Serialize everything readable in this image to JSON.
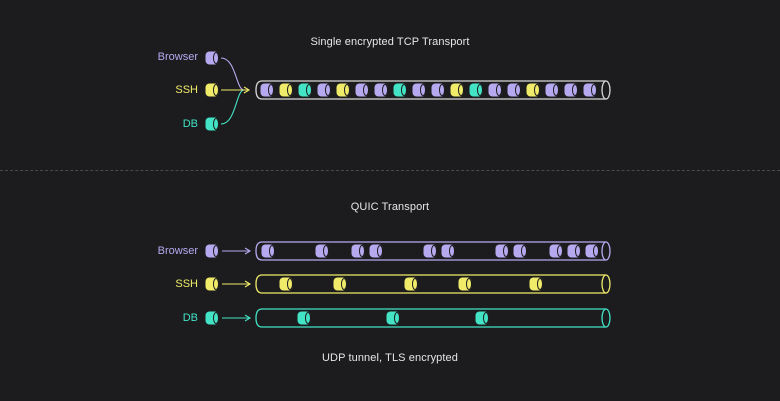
{
  "colors": {
    "background": "#1c1c1e",
    "browser": "#b7a9f0",
    "ssh": "#f0ec6a",
    "db": "#43e3c5",
    "text": "#e6e6e6"
  },
  "top": {
    "title": "Single encrypted TCP Transport",
    "sources": [
      {
        "key": "browser",
        "label": "Browser"
      },
      {
        "key": "ssh",
        "label": "SSH"
      },
      {
        "key": "db",
        "label": "DB"
      }
    ],
    "packet_sequence": [
      "browser",
      "ssh",
      "db",
      "browser",
      "ssh",
      "browser",
      "browser",
      "db",
      "browser",
      "browser",
      "ssh",
      "db",
      "browser",
      "browser",
      "ssh",
      "browser",
      "browser",
      "browser"
    ]
  },
  "bottom": {
    "title": "QUIC Transport",
    "caption": "UDP tunnel, TLS encrypted",
    "tubes": [
      {
        "key": "browser",
        "label": "Browser",
        "packet_count": 11
      },
      {
        "key": "ssh",
        "label": "SSH",
        "packet_count": 5
      },
      {
        "key": "db",
        "label": "DB",
        "packet_count": 3
      }
    ]
  }
}
